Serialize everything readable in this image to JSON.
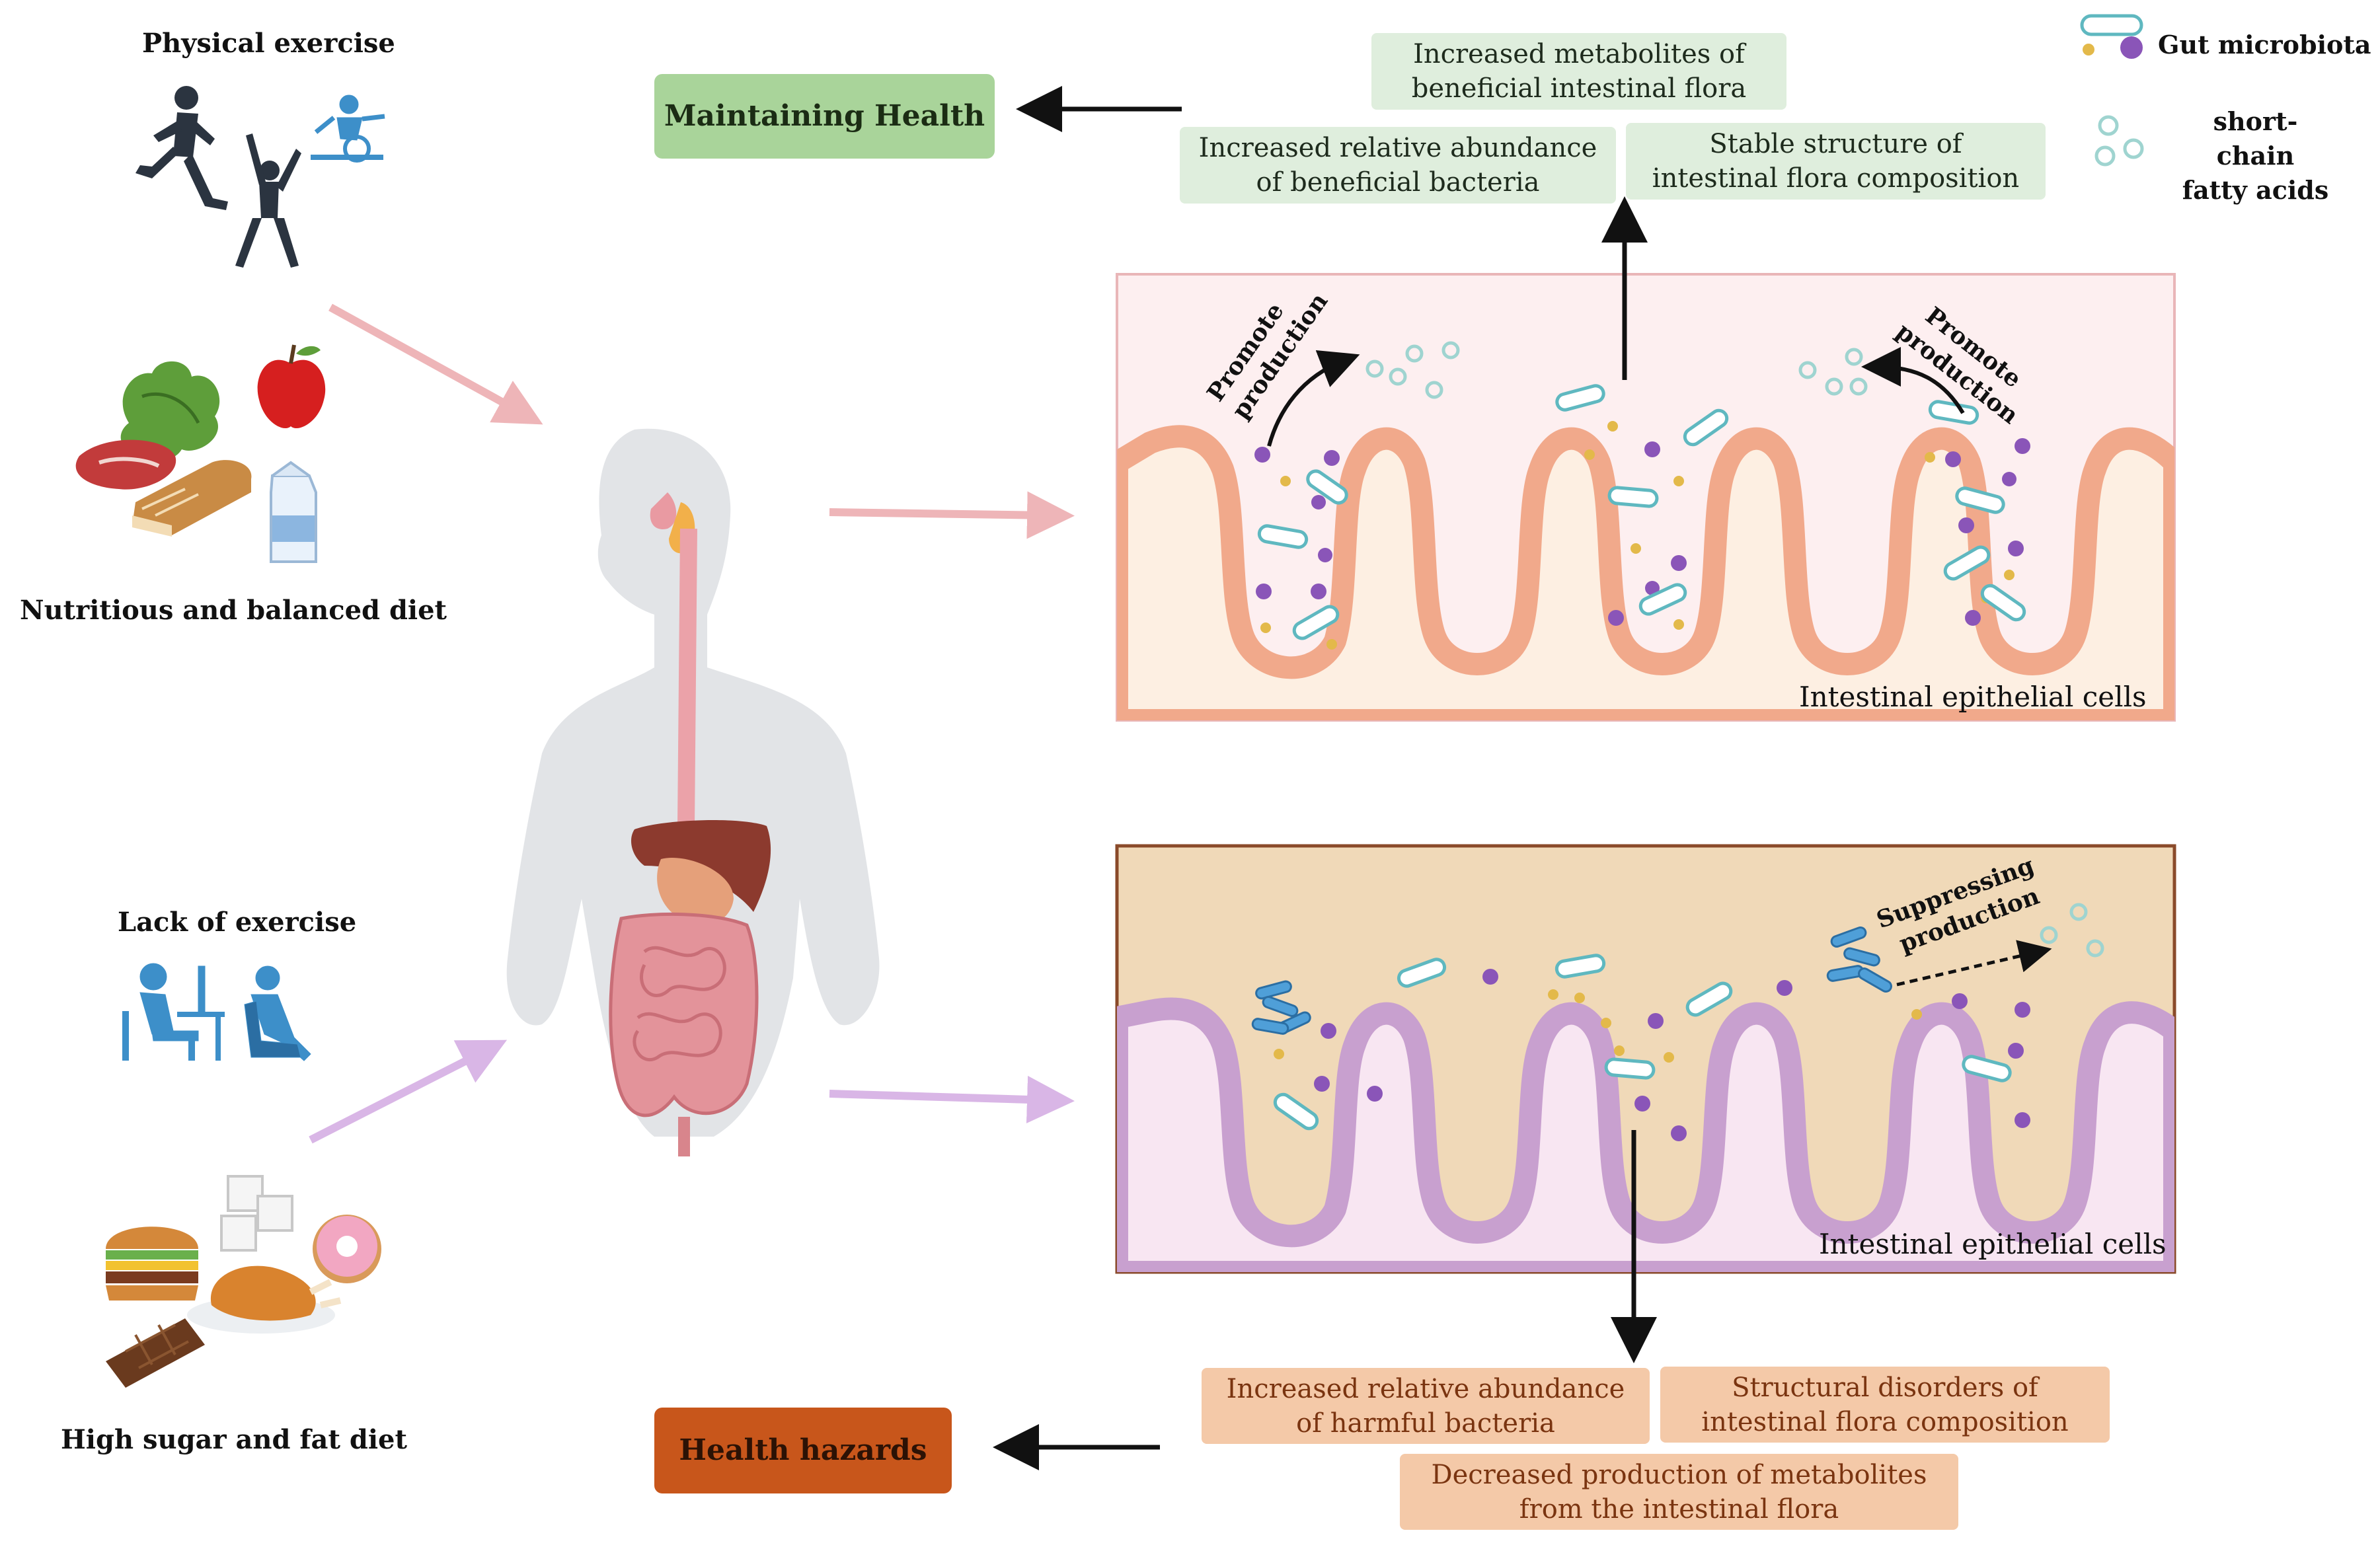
{
  "lifestyle": {
    "physical_exercise": "Physical exercise",
    "balanced_diet": "Nutritious and balanced diet",
    "lack_of_exercise": "Lack of exercise",
    "high_sugar_fat_diet": "High sugar and fat diet"
  },
  "outcomes": {
    "maintaining_health": "Maintaining Health",
    "health_hazards": "Health hazards"
  },
  "healthy_effects": {
    "metabolites_line1": "Increased metabolites of",
    "metabolites_line2": "beneficial intestinal flora",
    "abundance_line1": "Increased relative abundance",
    "abundance_line2": "of beneficial bacteria",
    "structure_line1": "Stable structure of",
    "structure_line2": "intestinal flora composition"
  },
  "unhealthy_effects": {
    "abundance_line1": "Increased relative abundance",
    "abundance_line2": "of harmful bacteria",
    "structure_line1": "Structural disorders of",
    "structure_line2": "intestinal flora composition",
    "metabolites_line1": "Decreased production of metabolites",
    "metabolites_line2": "from the intestinal flora"
  },
  "panel_labels": {
    "healthy_epithelial": "Intestinal epithelial cells",
    "unhealthy_epithelial": "Intestinal epithelial cells",
    "promote_left_line1": "Promote",
    "promote_left_line2": "production",
    "promote_right_line1": "Promote",
    "promote_right_line2": "production",
    "suppress_line1": "Suppressing",
    "suppress_line2": "production"
  },
  "legend": {
    "gut_microbiota": "Gut microbiota",
    "scfa_line1": "short-chain",
    "scfa_line2": "fatty acids"
  },
  "colors": {
    "healthy_arrow": "#eeb5b8",
    "unhealthy_arrow": "#d9b6e6",
    "healthy_panel_top": "#fdeff0",
    "healthy_panel_bottom": "#fdf0e4",
    "unhealthy_panel_top": "#f0d9b8",
    "unhealthy_panel_bottom": "#f8e6f2",
    "purple_microbe": "#8a55b8",
    "yellow_microbe": "#e3b94a",
    "scfa": "#9fd4d0"
  }
}
